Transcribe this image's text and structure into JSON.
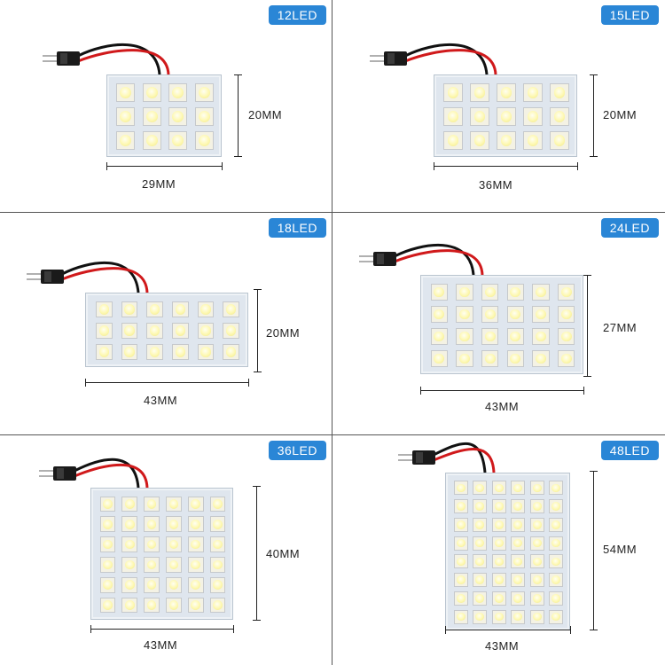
{
  "panels": [
    {
      "badge": "12LED",
      "width_label": "29MM",
      "height_label": "20MM",
      "rows": 3,
      "cols": 4
    },
    {
      "badge": "15LED",
      "width_label": "36MM",
      "height_label": "20MM",
      "rows": 3,
      "cols": 5
    },
    {
      "badge": "18LED",
      "width_label": "43MM",
      "height_label": "20MM",
      "rows": 3,
      "cols": 6
    },
    {
      "badge": "24LED",
      "width_label": "43MM",
      "height_label": "27MM",
      "rows": 4,
      "cols": 6
    },
    {
      "badge": "36LED",
      "width_label": "43MM",
      "height_label": "40MM",
      "rows": 6,
      "cols": 6
    },
    {
      "badge": "48LED",
      "width_label": "43MM",
      "height_label": "54MM",
      "rows": 8,
      "cols": 6
    }
  ],
  "colors": {
    "badge": "#2a86d6",
    "board": "#dfe6ee",
    "led": "#fdf8b0",
    "wire_red": "#d0191b",
    "wire_black": "#111111",
    "divider": "#555555"
  }
}
